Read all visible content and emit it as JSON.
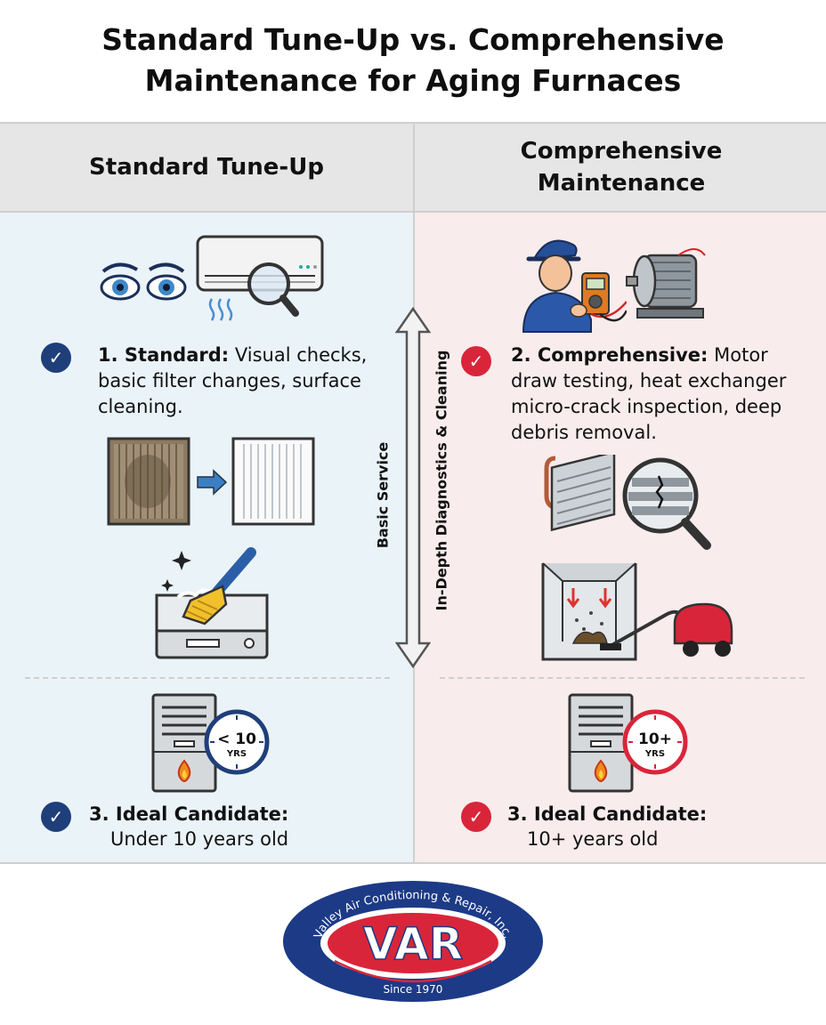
{
  "title_line1": "Standard Tune-Up vs. Comprehensive",
  "title_line2": "Maintenance for Aging Furnaces",
  "left": {
    "header": "Standard Tune-Up",
    "item1_bold": "1. Standard:",
    "item1_rest": " Visual checks, basic filter changes, surface cleaning.",
    "badge_text": "< 10",
    "badge_unit": "YRS",
    "ideal_title": "3. Ideal Candidate:",
    "ideal_sub": "Under 10 years old"
  },
  "right": {
    "header": "Comprehensive Maintenance",
    "item1_bold": "2. Comprehensive:",
    "item1_rest": " Motor draw testing, heat exchanger micro-crack inspection, deep debris removal.",
    "badge_text": "10+",
    "badge_unit": "YRS",
    "ideal_title": "3. Ideal Candidate:",
    "ideal_sub": "10+ years old"
  },
  "arrow_label_left": "Basic Service",
  "arrow_label_right": "In-Depth Diagnostics & Cleaning",
  "logo": {
    "arc_text": "Valley Air Conditioning & Repair, Inc.",
    "monogram": "VAR",
    "since": "Since 1970"
  },
  "colors": {
    "left_bg": "#eaf3f8",
    "right_bg": "#f9ecec",
    "blue_check": "#1f3f7a",
    "red_check": "#d9253a",
    "logo_blue": "#1c3a86",
    "logo_red": "#d9253a"
  },
  "icons": [
    "eyes-icon",
    "air-unit-magnifier-icon",
    "dirty-filter-icon",
    "arrow-right-icon",
    "clean-filter-icon",
    "brush-cleaning-icon",
    "furnace-icon",
    "clock-icon",
    "technician-multimeter-icon",
    "motor-icon",
    "heat-exchanger-crack-icon",
    "debris-vacuum-icon",
    "check-icon"
  ]
}
